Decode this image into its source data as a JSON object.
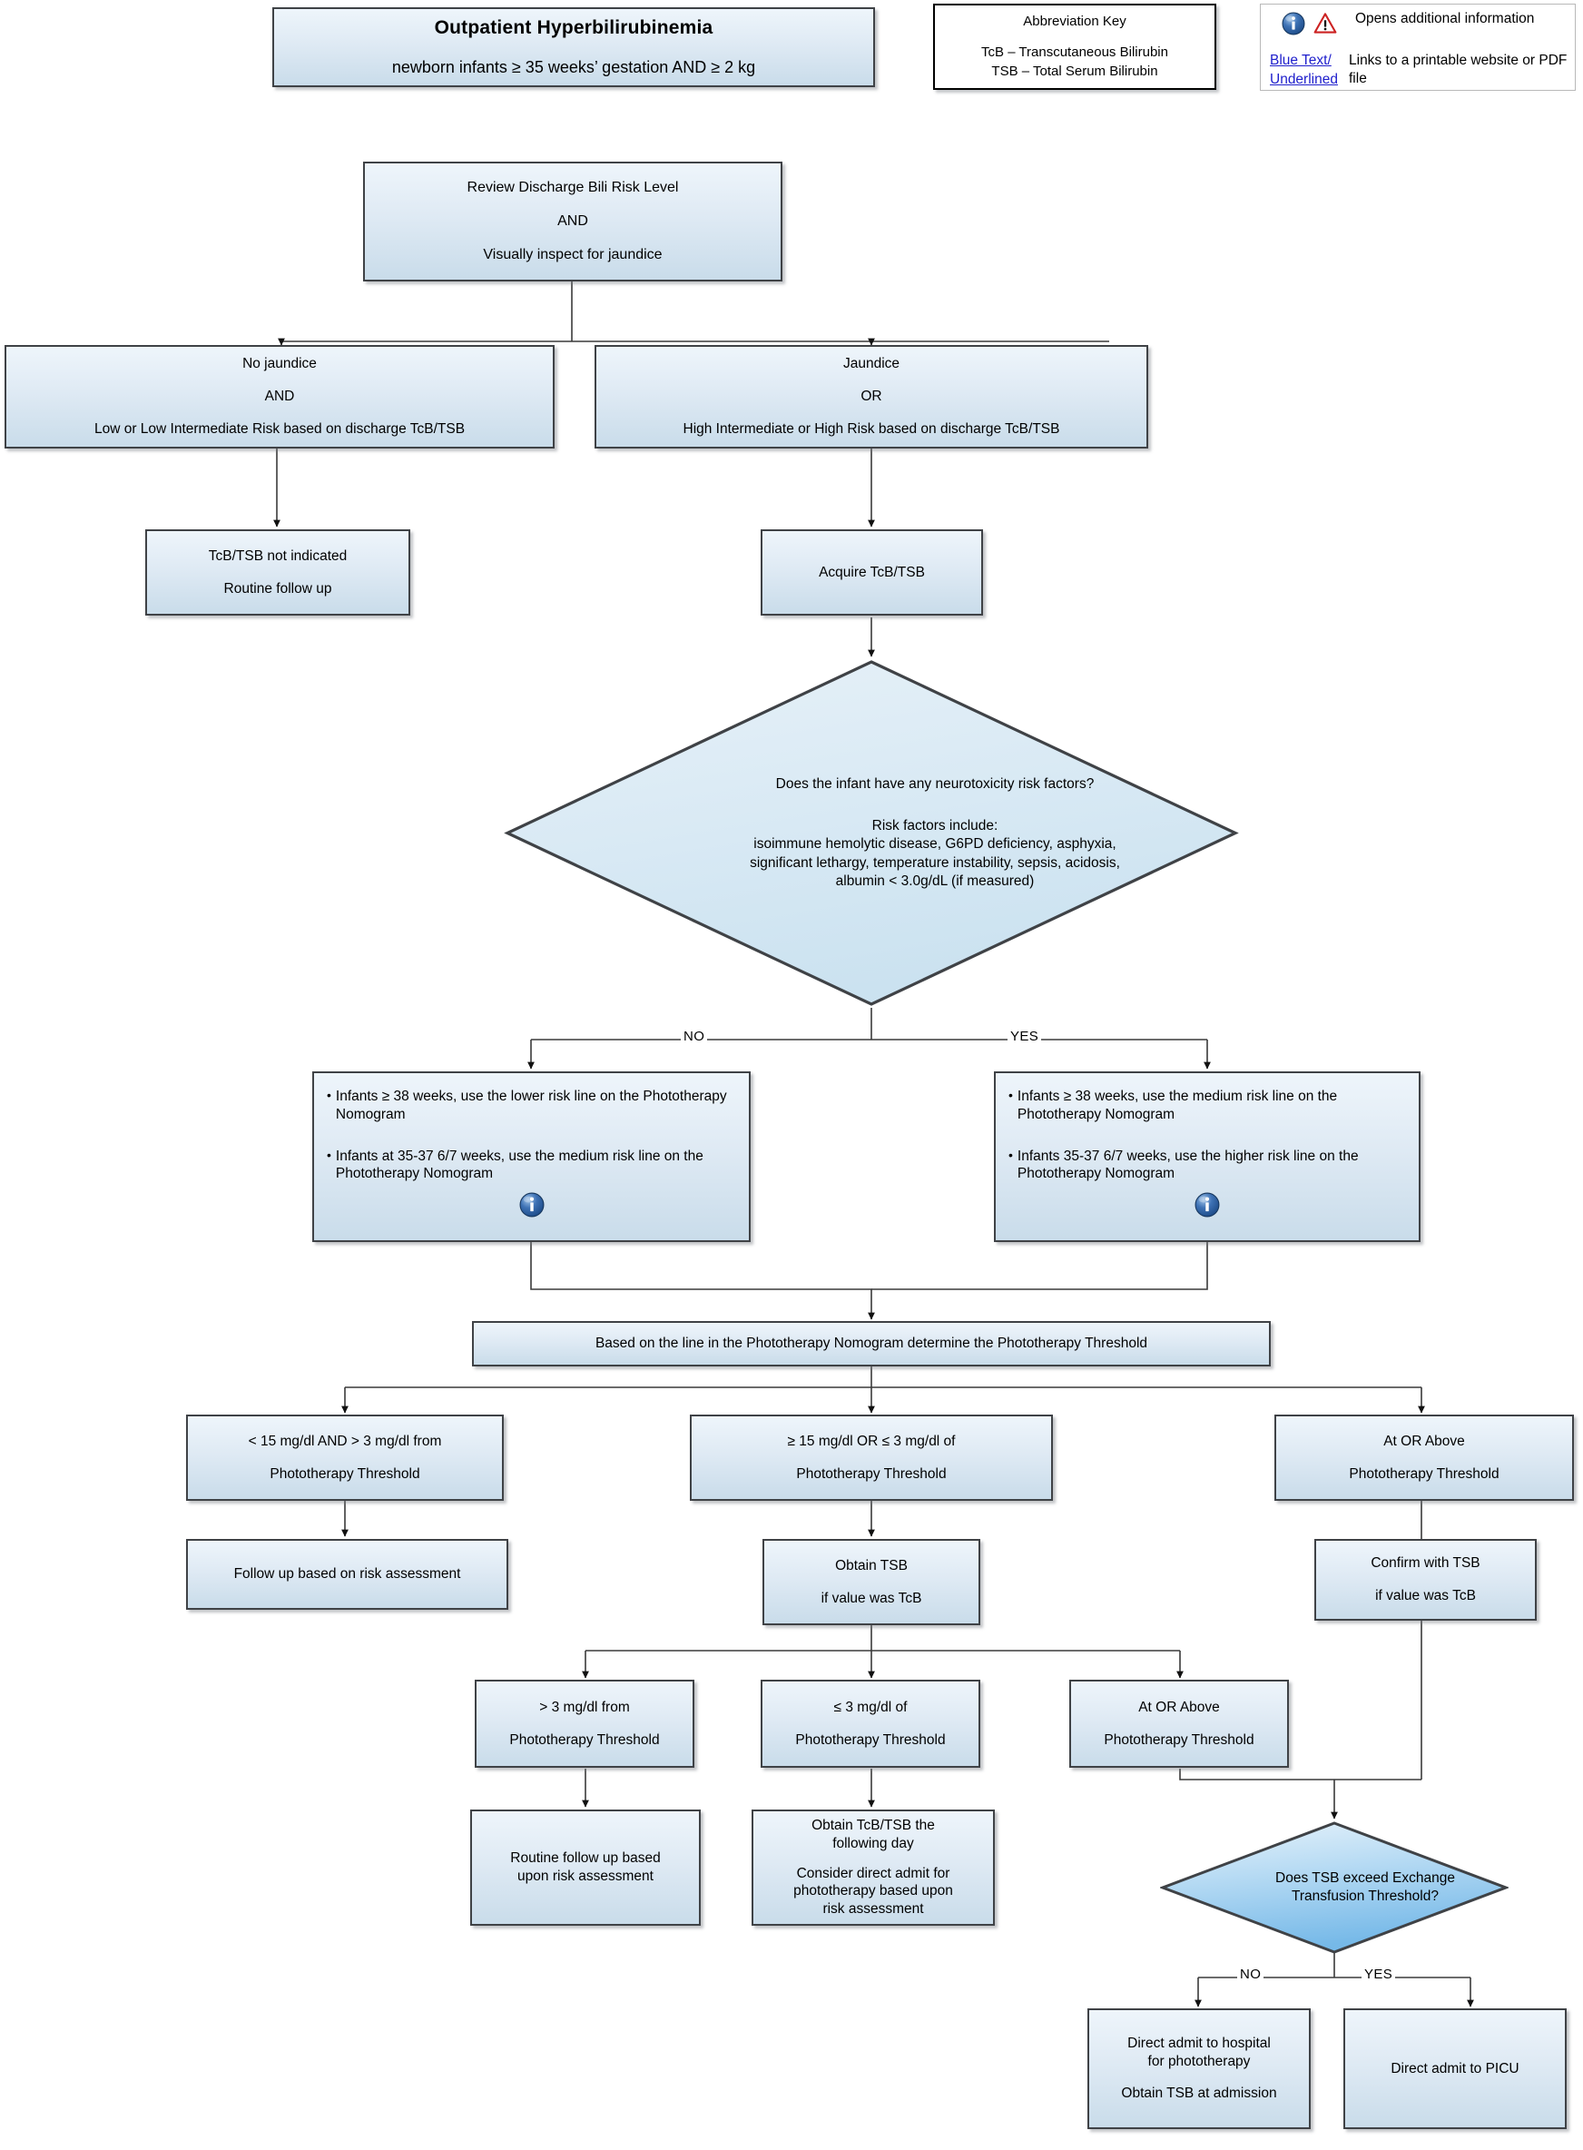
{
  "title_box": {
    "heading": "Outpatient Hyperbilirubinemia",
    "subtitle": "newborn infants ≥ 35 weeks’ gestation AND ≥ 2 kg"
  },
  "abbreviation_key": {
    "heading": "Abbreviation Key",
    "entries": [
      "TcB – Transcutaneous Bilirubin",
      "TSB – Total Serum Bilirubin"
    ]
  },
  "icon_key": {
    "row1": {
      "icons": [
        "info-icon",
        "warning-icon"
      ],
      "line1": "Opens additional",
      "line2": "information"
    },
    "row2": {
      "link_line1": "Blue Text/",
      "link_line2": "Underlined ",
      "line1": "Links to a printable",
      "line2": "website or PDF file"
    }
  },
  "nodes": {
    "review": {
      "l1": "Review Discharge Bili Risk Level",
      "l2": "AND",
      "l3": "Visually inspect for jaundice"
    },
    "no_jaundice": {
      "l1": "No jaundice",
      "l2": "AND",
      "l3": "Low or Low Intermediate Risk based on discharge TcB/TSB"
    },
    "jaundice": {
      "l1": "Jaundice",
      "l2": "OR",
      "l3": "High Intermediate or High Risk based on discharge TcB/TSB"
    },
    "not_indicated": {
      "l1": "TcB/TSB not indicated",
      "l2": "Routine follow up"
    },
    "acquire": {
      "l1": "Acquire TcB/TSB"
    },
    "risk_diamond": {
      "q": "Does the infant have any neurotoxicity risk factors?",
      "lead": "Risk factors include:",
      "f1": "isoimmune hemolytic disease, G6PD deficiency, asphyxia,",
      "f2": "significant lethargy, temperature instability, sepsis, acidosis,",
      "f3": "albumin < 3.0g/dL (if measured)"
    },
    "no_branch": {
      "b1": "Infants ≥ 38 weeks, use the lower risk line on the Phototherapy Nomogram",
      "b2": "Infants at 35-37 6/7 weeks, use the medium risk line on the Phototherapy Nomogram",
      "icon": "info-icon"
    },
    "yes_branch": {
      "b1": "Infants ≥ 38 weeks, use the medium risk line on the Phototherapy Nomogram",
      "b2": "Infants 35-37 6/7 weeks, use the higher risk line on the Phototherapy Nomogram",
      "icon": "info-icon"
    },
    "determine": {
      "l1": "Based on the line in the Phototherapy Nomogram determine the Phototherapy Threshold"
    },
    "thr_low": {
      "l1": "< 15 mg/dl AND > 3 mg/dl from",
      "l2": "Phototherapy Threshold"
    },
    "thr_mid": {
      "l1": "≥ 15 mg/dl OR ≤ 3 mg/dl of",
      "l2": "Phototherapy Threshold"
    },
    "thr_high": {
      "l1": "At OR Above",
      "l2": "Phototherapy Threshold"
    },
    "followup_risk": {
      "l1": "Follow up based on risk assessment"
    },
    "obtain_tsb": {
      "l1": "Obtain TSB",
      "l2": "if value was TcB"
    },
    "confirm_tsb": {
      "l1": "Confirm with TSB",
      "l2": "if value was TcB"
    },
    "gt3": {
      "l1": "> 3 mg/dl from",
      "l2": "Phototherapy Threshold"
    },
    "le3": {
      "l1": "≤ 3 mg/dl of",
      "l2": "Phototherapy Threshold"
    },
    "at_above2": {
      "l1": "At OR Above",
      "l2": "Phototherapy Threshold"
    },
    "routine_followup": {
      "l1": "Routine follow up based",
      "l2": "upon risk assessment"
    },
    "obtain_next_day": {
      "l1": "Obtain TcB/TSB the",
      "l2": "following day",
      "l3": "Consider direct admit for",
      "l4": "phototherapy based upon",
      "l5": "risk assessment"
    },
    "exchange_diamond": {
      "l1": "Does TSB exceed Exchange",
      "l2": "Transfusion Threshold?"
    },
    "admit_hospital": {
      "l1": "Direct admit to hospital",
      "l2": "for phototherapy",
      "l3": "Obtain TSB at admission"
    },
    "admit_picu": {
      "l1": "Direct admit to PICU"
    }
  },
  "edge_labels": {
    "risk_no": "NO",
    "risk_yes": "YES",
    "exch_no": "NO",
    "exch_yes": "YES"
  },
  "colors": {
    "box_fill_top": "#eef5fb",
    "box_fill_bottom": "#c9dcea",
    "box_border": "#3f4246",
    "diamond_fill": "#d6e8f4",
    "diamond_accent": "#8fc8ee",
    "link_blue": "#2020cc",
    "info_blue": "#3a6bb0",
    "warning_red": "#cc2222",
    "connector": "#3a3a3a"
  }
}
